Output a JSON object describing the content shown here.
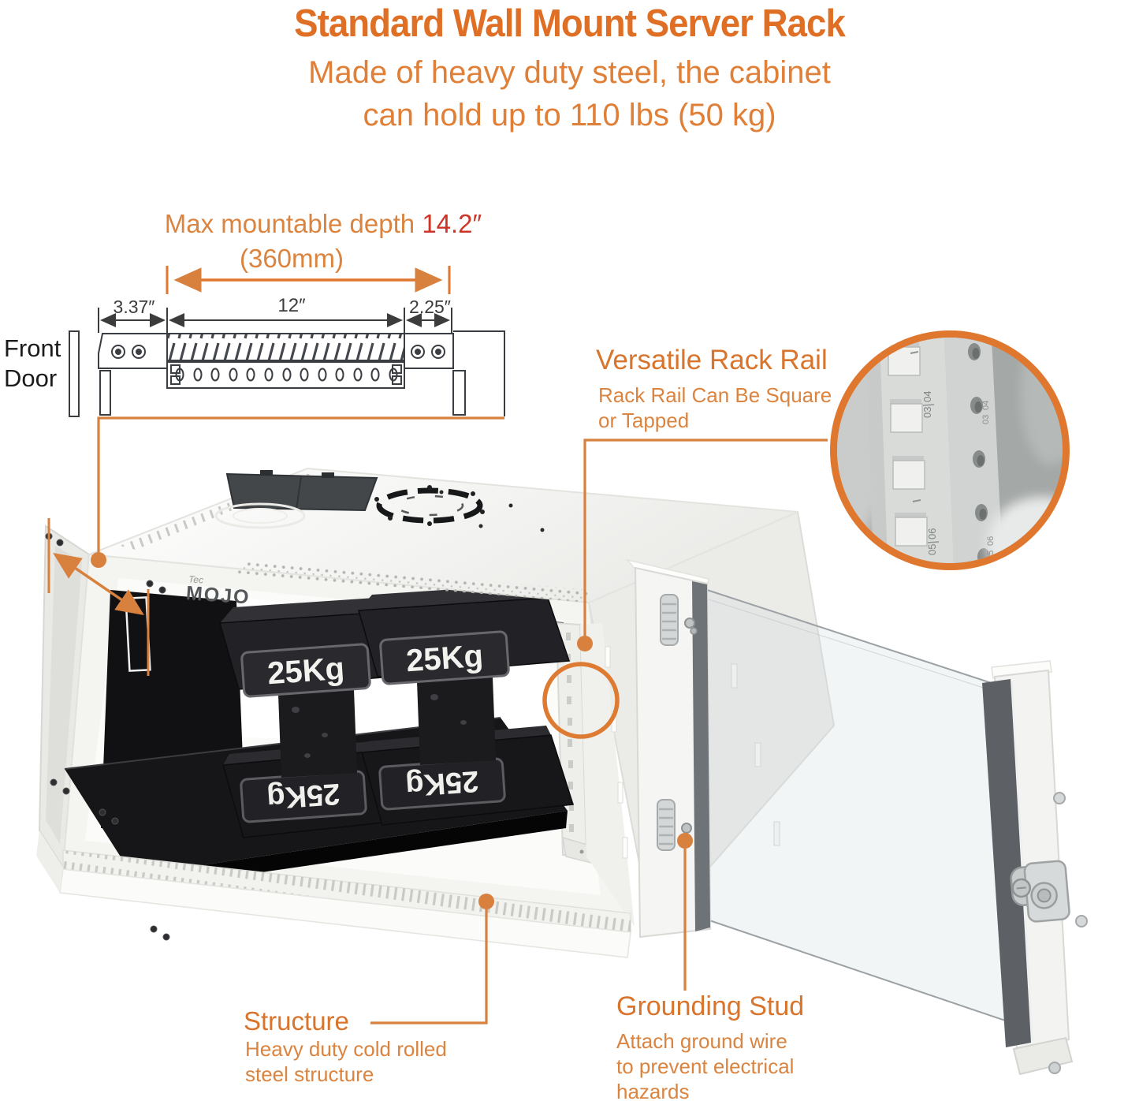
{
  "header": {
    "title": "Standard Wall Mount Server Rack",
    "subtitle_line1": "Made of heavy duty steel, the cabinet",
    "subtitle_line2": "can hold up to 110 lbs (50 kg)"
  },
  "dimensions": {
    "depth_prefix": "Max mountable depth ",
    "depth_value": "14.2″",
    "depth_metric": "(360mm)",
    "section_front": "3.37″",
    "section_middle": "12″",
    "section_rear": "2.25″",
    "front_door_line1": "Front",
    "front_door_line2": "Door"
  },
  "callouts": {
    "rack_rail": {
      "title": "Versatile Rack Rail",
      "desc_line1": "Rack Rail Can Be Square",
      "desc_line2": "or Tapped"
    },
    "structure": {
      "title": "Structure",
      "desc_line1": "Heavy duty cold rolled",
      "desc_line2": "steel structure"
    },
    "grounding_stud": {
      "title": "Grounding Stud",
      "desc_line1": "Attach ground wire",
      "desc_line2": "to prevent electrical",
      "desc_line3": "hazards"
    }
  },
  "product": {
    "brand_prefix": "Tec",
    "brand_name": "MOJO",
    "weight_label": "25Kg",
    "rail_markings": [
      "03",
      "04",
      "05",
      "06"
    ]
  },
  "colors": {
    "accent_orange": "#DF772E",
    "leader_orange": "#D8803E",
    "highlight_red": "#CE3427",
    "dimension_text": "#3C3C3C",
    "label_black": "#1B1B1B"
  }
}
